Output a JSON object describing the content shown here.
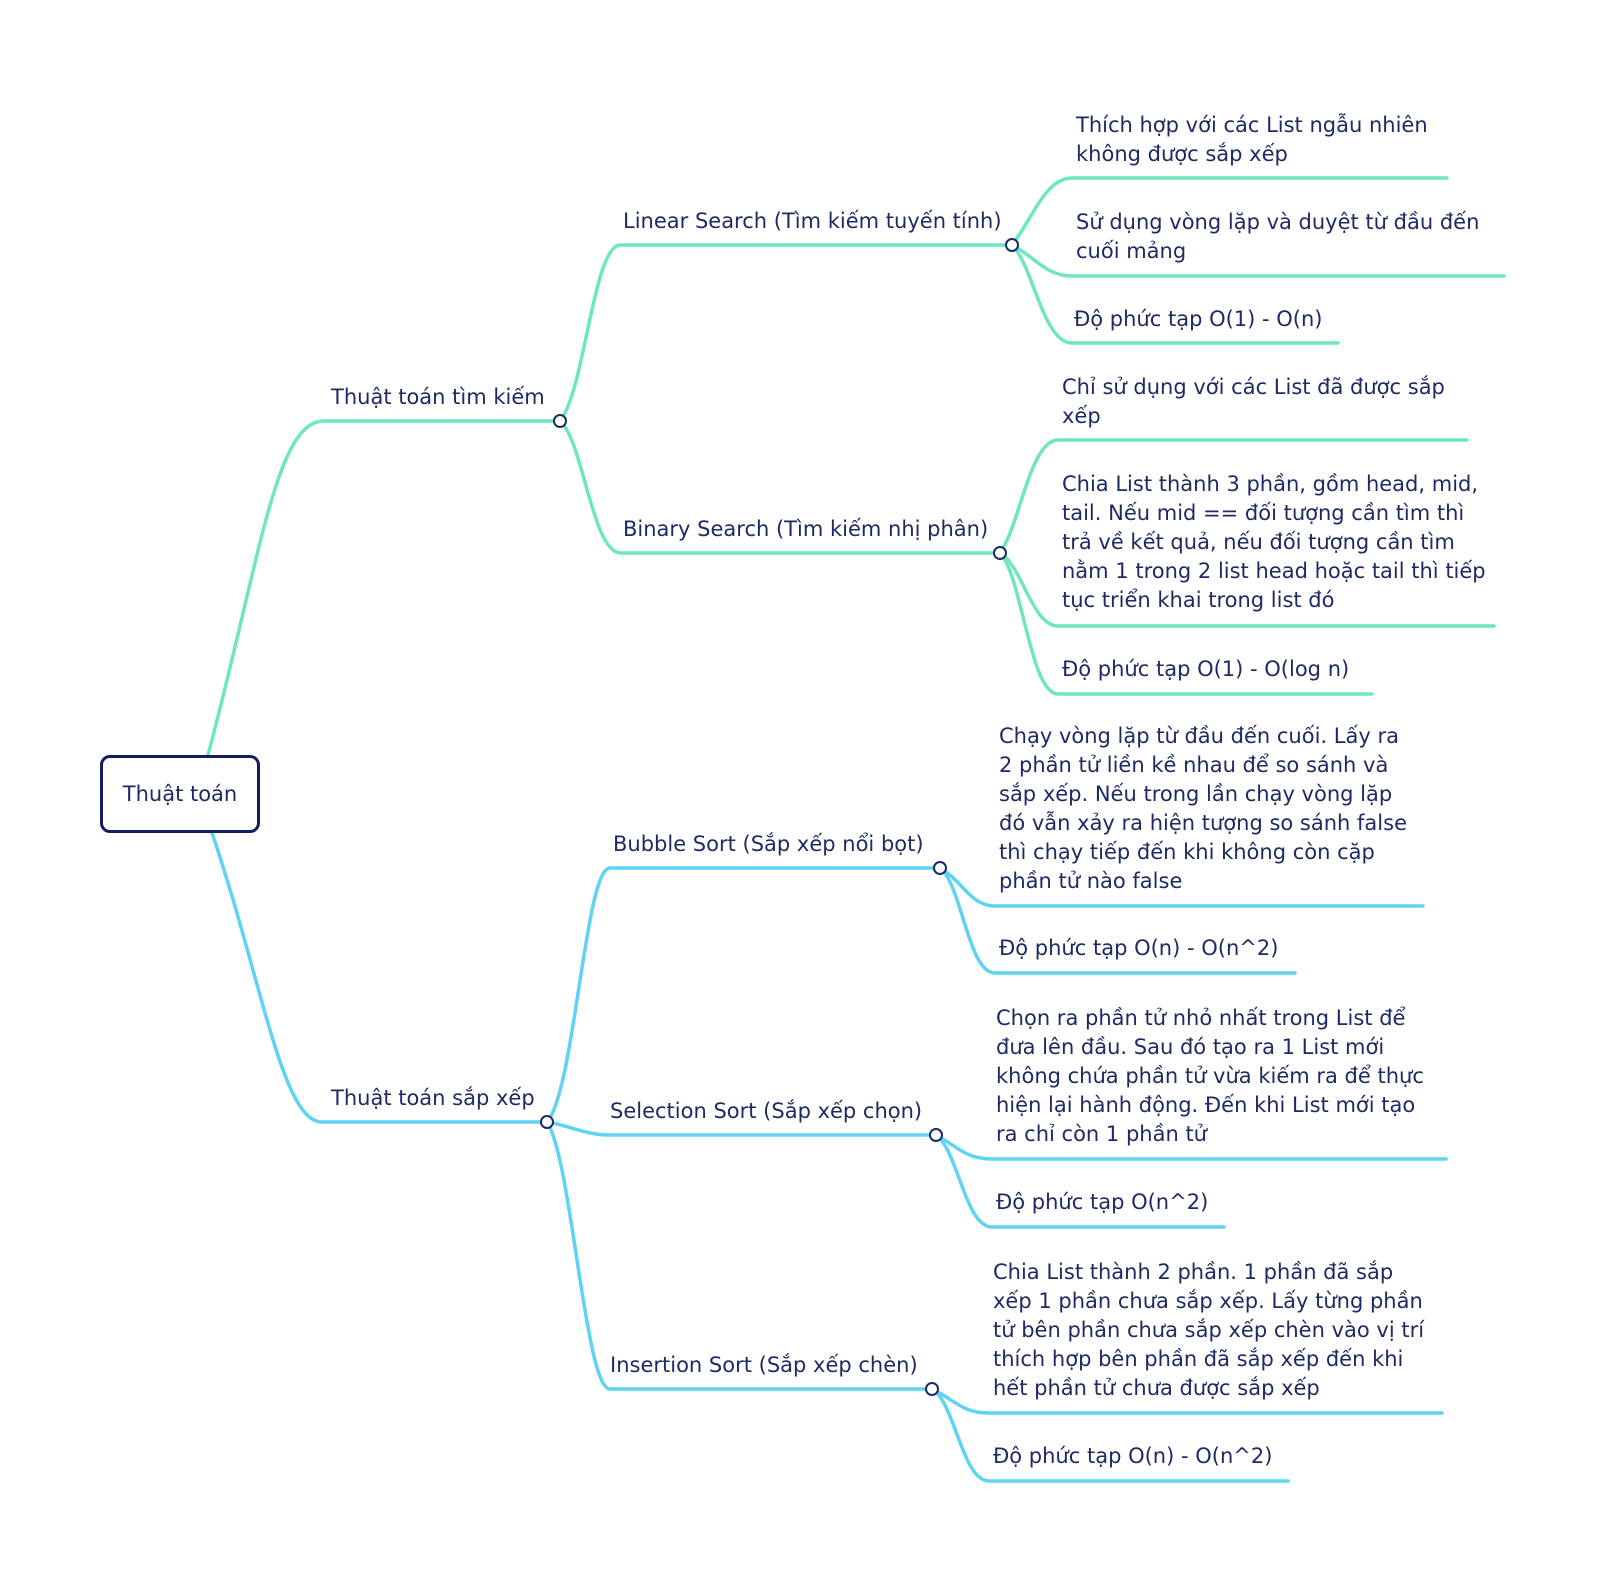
{
  "root": "Thuật toán",
  "colors": {
    "search": "#6ee7bf",
    "sort": "#5fd3f3",
    "text": "#1e2a64",
    "root_border": "#131d5e"
  },
  "search": {
    "label": "Thuật toán tìm kiếm",
    "linear": {
      "label": "Linear Search (Tìm kiếm tuyến tính)",
      "items": [
        "Thích hợp với các List ngẫu nhiên không được sắp xếp",
        "Sử dụng vòng lặp và duyệt từ đầu đến cuối mảng",
        "Độ phức tạp O(1) - O(n)"
      ]
    },
    "binary": {
      "label": "Binary Search (Tìm kiếm nhị phân)",
      "items": [
        "Chỉ sử dụng với các List đã được sắp xếp",
        "Chia List thành 3 phần, gồm head, mid, tail. Nếu mid == đối tượng cần tìm thì trả về kết quả, nếu đối tượng cần tìm nằm 1 trong 2 list head hoặc tail thì tiếp tục triển khai trong list đó",
        "Độ phức tạp O(1) - O(log n)"
      ]
    }
  },
  "sort": {
    "label": "Thuật toán sắp xếp",
    "bubble": {
      "label": "Bubble Sort (Sắp xếp nổi bọt)",
      "items": [
        "Chạy vòng lặp từ đầu đến cuối. Lấy ra 2 phần tử liền kề nhau để so sánh và sắp xếp. Nếu trong lần chạy vòng lặp đó vẫn xảy ra hiện tượng so sánh false thì chạy tiếp đến khi không còn cặp phần tử nào false",
        "Độ phức tạp O(n) - O(n^2)"
      ]
    },
    "selection": {
      "label": "Selection Sort (Sắp xếp chọn)",
      "items": [
        "Chọn ra phần tử nhỏ nhất trong List để đưa lên đầu. Sau đó tạo ra 1 List mới không chứa phần tử vừa kiếm ra để thực hiện lại hành động. Đến khi List mới tạo ra chỉ còn 1 phần tử",
        "Độ phức tạp O(n^2)"
      ]
    },
    "insertion": {
      "label": "Insertion Sort (Sắp xếp chèn)",
      "items": [
        "Chia List thành 2 phần. 1 phần đã sắp xếp 1 phần chưa sắp xếp. Lấy từng phần tử bên phần chưa sắp xếp chèn vào vị trí thích hợp bên phần đã sắp xếp đến khi hết phần tử chưa được sắp xếp",
        "Độ phức tạp O(n) - O(n^2)"
      ]
    }
  }
}
